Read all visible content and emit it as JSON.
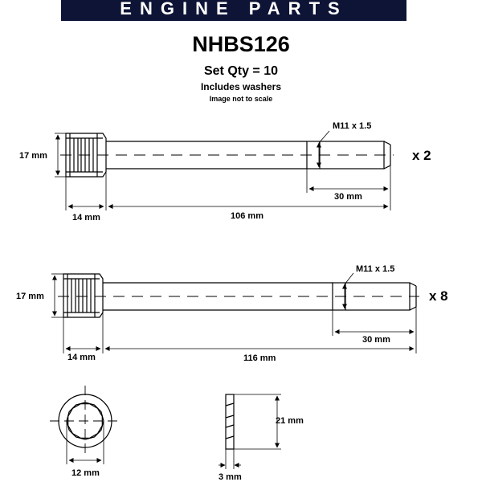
{
  "header": {
    "banner": "ENGINE PARTS"
  },
  "title": {
    "part_number": "NHBS126",
    "set_qty": "Set Qty = 10",
    "includes": "Includes washers",
    "disclaimer": "Image not to scale"
  },
  "bolt_short": {
    "head_height": "17 mm",
    "head_length": "14 mm",
    "shank_length": "106 mm",
    "thread_spec": "M11 x 1.5",
    "thread_length": "30 mm",
    "quantity": "x 2"
  },
  "bolt_long": {
    "head_height": "17 mm",
    "head_length": "14 mm",
    "shank_length": "116 mm",
    "thread_spec": "M11 x 1.5",
    "thread_length": "30 mm",
    "quantity": "x 8"
  },
  "end_view": {
    "width": "12 mm"
  },
  "washer": {
    "diameter": "21 mm",
    "thickness": "3 mm"
  }
}
